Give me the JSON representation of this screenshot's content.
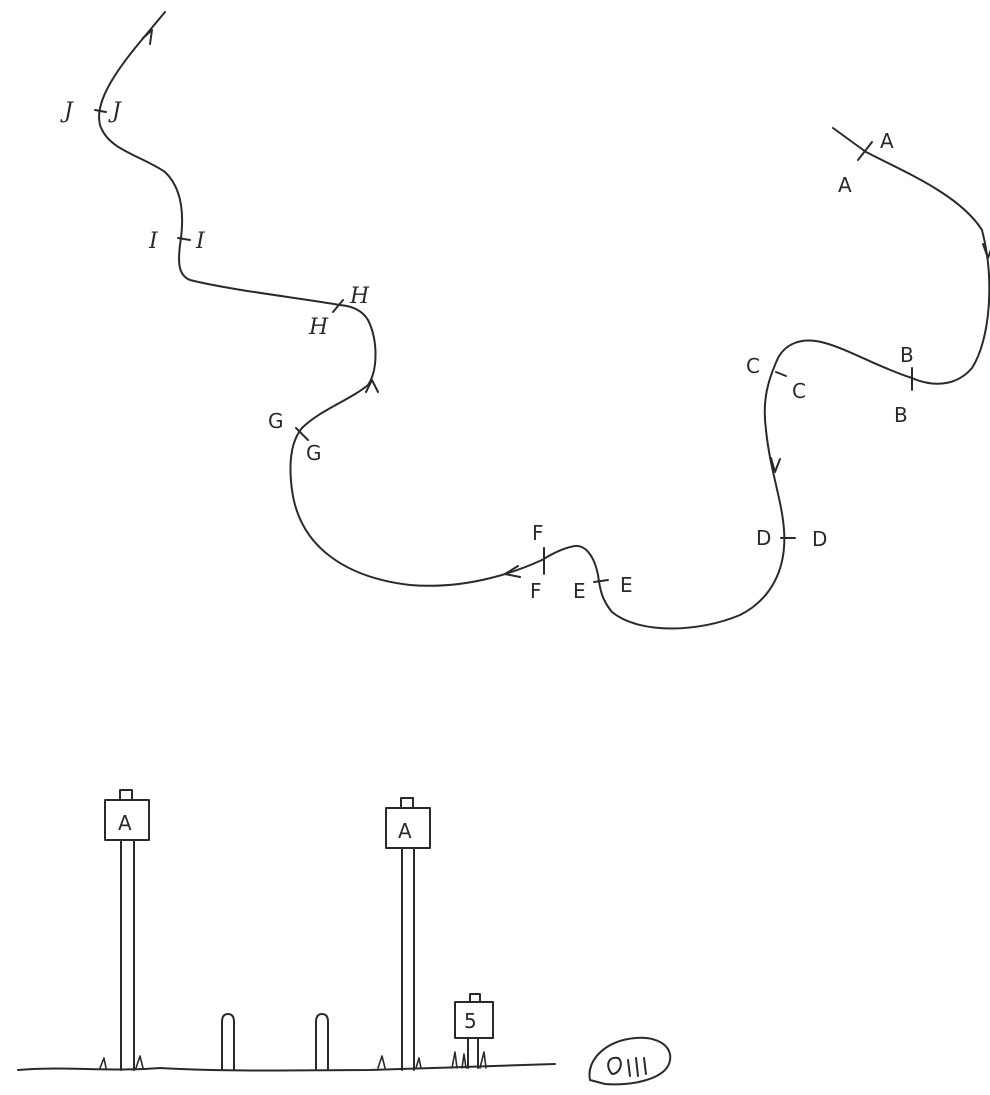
{
  "traverse": {
    "stations": [
      {
        "id": "A",
        "left": "A",
        "right": "A"
      },
      {
        "id": "B",
        "left": "B",
        "right": "B"
      },
      {
        "id": "C",
        "left": "C",
        "right": "C"
      },
      {
        "id": "D",
        "left": "D",
        "right": "D"
      },
      {
        "id": "E",
        "left": "E",
        "right": "E"
      },
      {
        "id": "F",
        "left": "F",
        "right": "F"
      },
      {
        "id": "G",
        "left": "G",
        "right": "G"
      },
      {
        "id": "H",
        "left": "H",
        "right": "H"
      },
      {
        "id": "I",
        "left": "I",
        "right": "I"
      },
      {
        "id": "J",
        "left": "J",
        "right": "J"
      }
    ]
  },
  "markers": {
    "sign_a1": "A",
    "sign_a2": "A",
    "sign_5": "5"
  },
  "colors": {
    "ink": "#2a2a2a",
    "paper": "#ffffff"
  }
}
